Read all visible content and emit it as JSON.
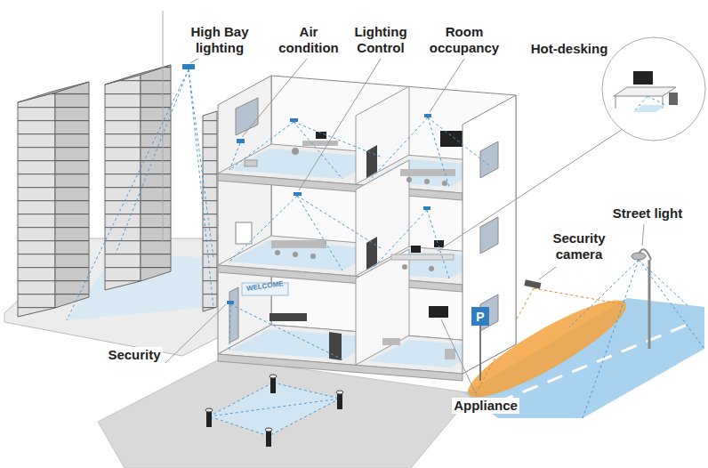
{
  "diagram": {
    "labels": [
      "High Bay lighting",
      "Air condition",
      "Lighting Control",
      "Room occupancy",
      "Hot-desking",
      "Street light",
      "Security camera",
      "Security",
      "Appliance",
      "WELCOME",
      "P"
    ]
  }
}
